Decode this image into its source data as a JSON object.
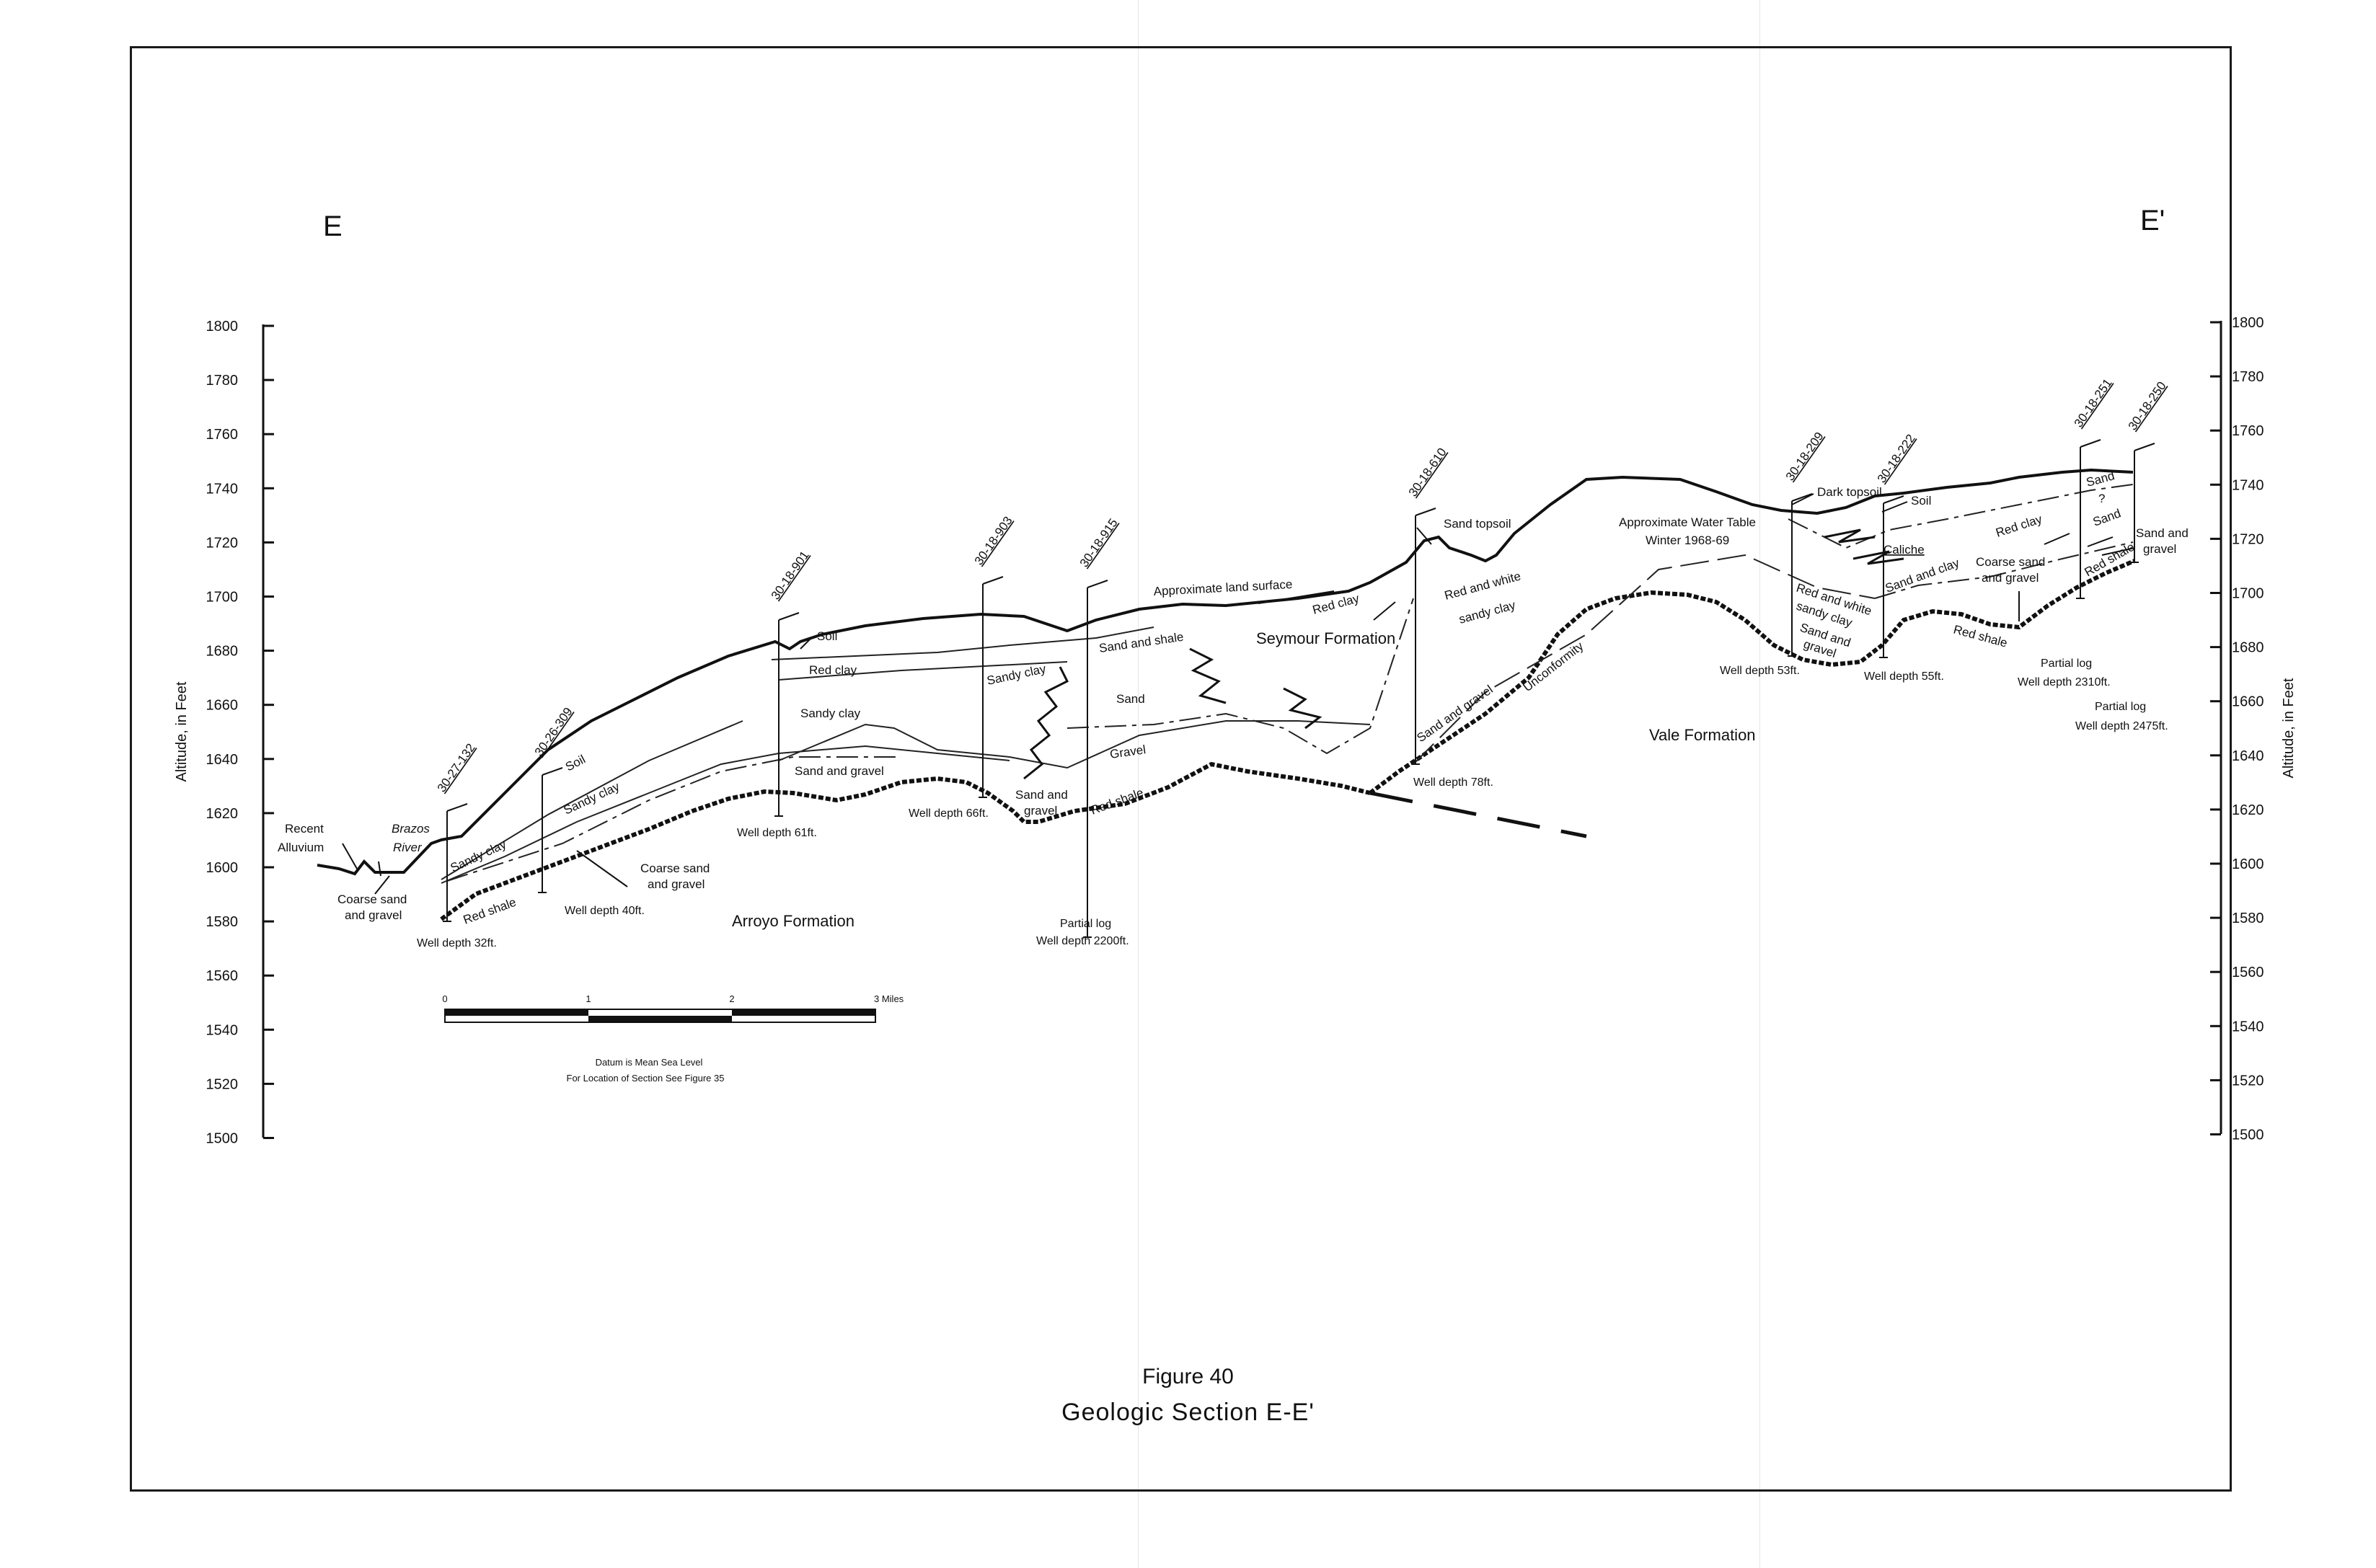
{
  "section": {
    "left_end": "E",
    "right_end": "E'",
    "figure_number": "Figure 40",
    "figure_title": "Geologic Section E-E'"
  },
  "axes": {
    "left_label": "Altitude, in Feet",
    "right_label": "Altitude, in Feet",
    "ticks": [
      "1800",
      "1780",
      "1760",
      "1740",
      "1720",
      "1700",
      "1680",
      "1660",
      "1640",
      "1620",
      "1600",
      "1580",
      "1560",
      "1540",
      "1520",
      "1500"
    ]
  },
  "wells": [
    {
      "id": "30-27-132",
      "depth": "Well depth 32ft."
    },
    {
      "id": "30-26-309",
      "depth": "Well depth 40ft."
    },
    {
      "id": "30-18-901",
      "depth": "Well depth 61ft."
    },
    {
      "id": "30-18-903",
      "depth": "Well depth 66ft."
    },
    {
      "id": "30-18-915",
      "depth_line1": "Partial log",
      "depth": "Well depth 2200ft."
    },
    {
      "id": "30-18-610",
      "depth": "Well depth 78ft."
    },
    {
      "id": "30-18-209",
      "depth": "Well depth 53ft."
    },
    {
      "id": "30-18-222",
      "depth": "Well depth 55ft."
    },
    {
      "id": "30-18-251",
      "depth_line1": "Partial log",
      "depth": "Well depth 2310ft."
    },
    {
      "id": "30-18-250",
      "depth_line1": "Partial log",
      "depth": "Well depth 2475ft."
    }
  ],
  "formations": {
    "arroyo": "Arroyo Formation",
    "seymour": "Seymour Formation",
    "vale": "Vale Formation"
  },
  "annotations": {
    "recent": "Recent",
    "alluvium": "Alluvium",
    "brazos": "Brazos",
    "river": "River",
    "coarse_sand": "Coarse sand",
    "and_gravel": "and gravel",
    "red_shale": "Red shale",
    "sandy_clay": "Sandy clay",
    "soil": "Soil",
    "red_clay": "Red clay",
    "sand_and_gravel": "Sand and gravel",
    "sand_and": "Sand and",
    "gravel": "gravel",
    "sand_and_shale": "Sand and shale",
    "sand": "Sand",
    "Gravel": "Gravel",
    "approx_land_surface": "Approximate land surface",
    "sand_topsoil": "Sand topsoil",
    "red_and_white": "Red and white",
    "sandy_clay_lc": "sandy clay",
    "approx_water_table": "Approximate Water Table",
    "winter": "Winter 1968-69",
    "unconformity": "Unconformity",
    "dark_topsoil": "Dark topsoil",
    "caliche": "Caliche",
    "sand_and_clay": "Sand and clay",
    "question": "?"
  },
  "scale_bar": {
    "ticks": [
      "0",
      "1",
      "2",
      "3 Miles"
    ],
    "datum": "Datum is Mean Sea Level",
    "location_note": "For Location of Section See Figure 35"
  }
}
